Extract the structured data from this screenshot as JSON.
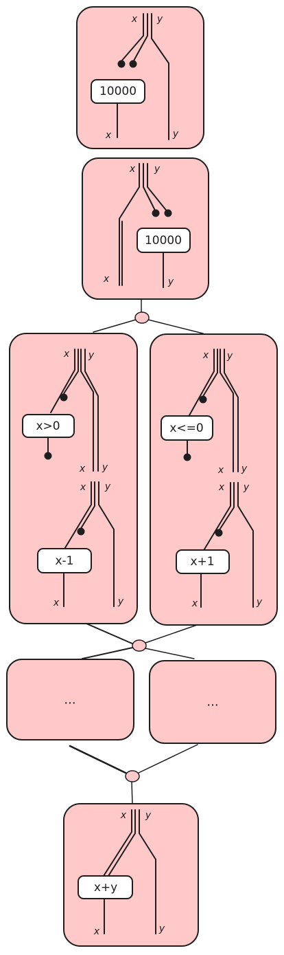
{
  "wires": {
    "x": "x",
    "y": "y"
  },
  "labels": {
    "init_top": "10000",
    "init_second": "10000",
    "guard_left": "x>0",
    "guard_right": "x<=0",
    "update_left": "x-1",
    "update_right": "x+1",
    "result": "x+y"
  },
  "placeholders": {
    "left": "...",
    "right": "..."
  },
  "colors": {
    "panel_fill": "#ffc9c9",
    "stroke": "#1e1e1e",
    "box_fill": "#ffffff"
  }
}
